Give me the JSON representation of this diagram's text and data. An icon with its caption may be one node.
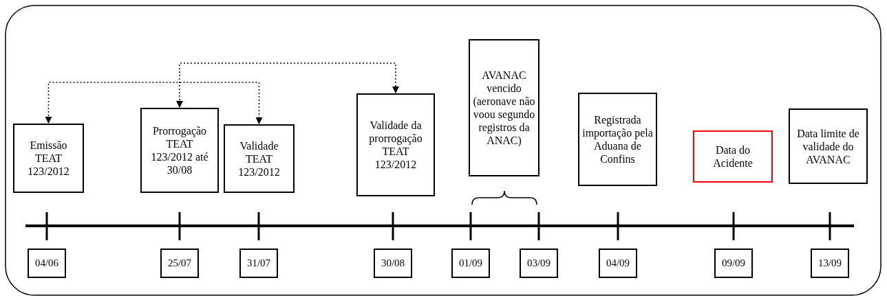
{
  "diagram": {
    "nodes": [
      {
        "text": [
          "Emissão TEAT 123/2012"
        ]
      },
      {
        "text": [
          "Prorrogação TEAT 123/2012 até 30/08"
        ]
      },
      {
        "text": [
          "Validade TEAT 123/2012"
        ]
      },
      {
        "text": [
          "Validade da prorrogação TEAT 123/2012"
        ]
      },
      {
        "text": [
          "AVANAC vencido (aeronave não voou segundo registros da ANAC)"
        ]
      },
      {
        "text": [
          "Registrada importação pela Aduana de Confins"
        ]
      },
      {
        "text": [
          "Data do Acidente"
        ]
      },
      {
        "text": [
          "Data limite de validade do AVANAC"
        ]
      },
      {
        "text": [
          "04/06"
        ]
      },
      {
        "text": [
          "25/07"
        ]
      },
      {
        "text": [
          "31/07"
        ]
      },
      {
        "text": [
          "30/08"
        ]
      },
      {
        "text": [
          "01/09"
        ]
      },
      {
        "text": [
          "03/09"
        ]
      },
      {
        "text": [
          "04/09"
        ]
      },
      {
        "text": [
          "09/09"
        ]
      },
      {
        "text": [
          "13/09"
        ]
      }
    ],
    "edges": [
      {
        "from": 0,
        "to": 2,
        "arrow": "both",
        "style": "dashed"
      },
      {
        "from": 1,
        "to": 3,
        "arrow": "both",
        "style": "dashed"
      }
    ]
  }
}
